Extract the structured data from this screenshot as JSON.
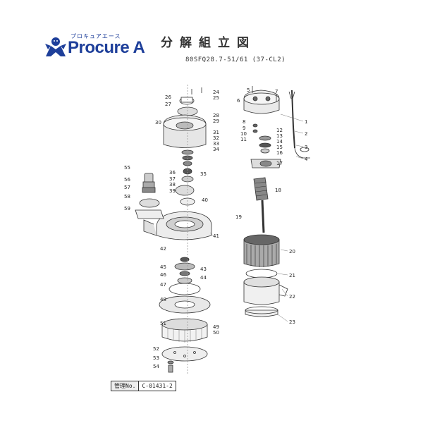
{
  "brand": {
    "kana": "プロキュアエース",
    "name": "Procure A",
    "color": "#1e3f9a"
  },
  "title": "分解組立図",
  "model": "80SFQ28.7-51/61 (37-CL2)",
  "management": {
    "label": "管理No.",
    "value": "C-01431-2"
  },
  "part_numbers": [
    "1",
    "2",
    "3",
    "4",
    "5",
    "6",
    "7",
    "8",
    "9",
    "10",
    "11",
    "12",
    "13",
    "14",
    "15",
    "16",
    "17",
    "18",
    "19",
    "20",
    "21",
    "22",
    "23",
    "24",
    "25",
    "26",
    "27",
    "28",
    "29",
    "30",
    "31",
    "32",
    "33",
    "34",
    "35",
    "36",
    "37",
    "38",
    "39",
    "40",
    "41",
    "42",
    "43",
    "44",
    "45",
    "46",
    "47",
    "48",
    "49",
    "50",
    "51",
    "52",
    "53",
    "54",
    "55",
    "56",
    "57",
    "58",
    "59"
  ]
}
